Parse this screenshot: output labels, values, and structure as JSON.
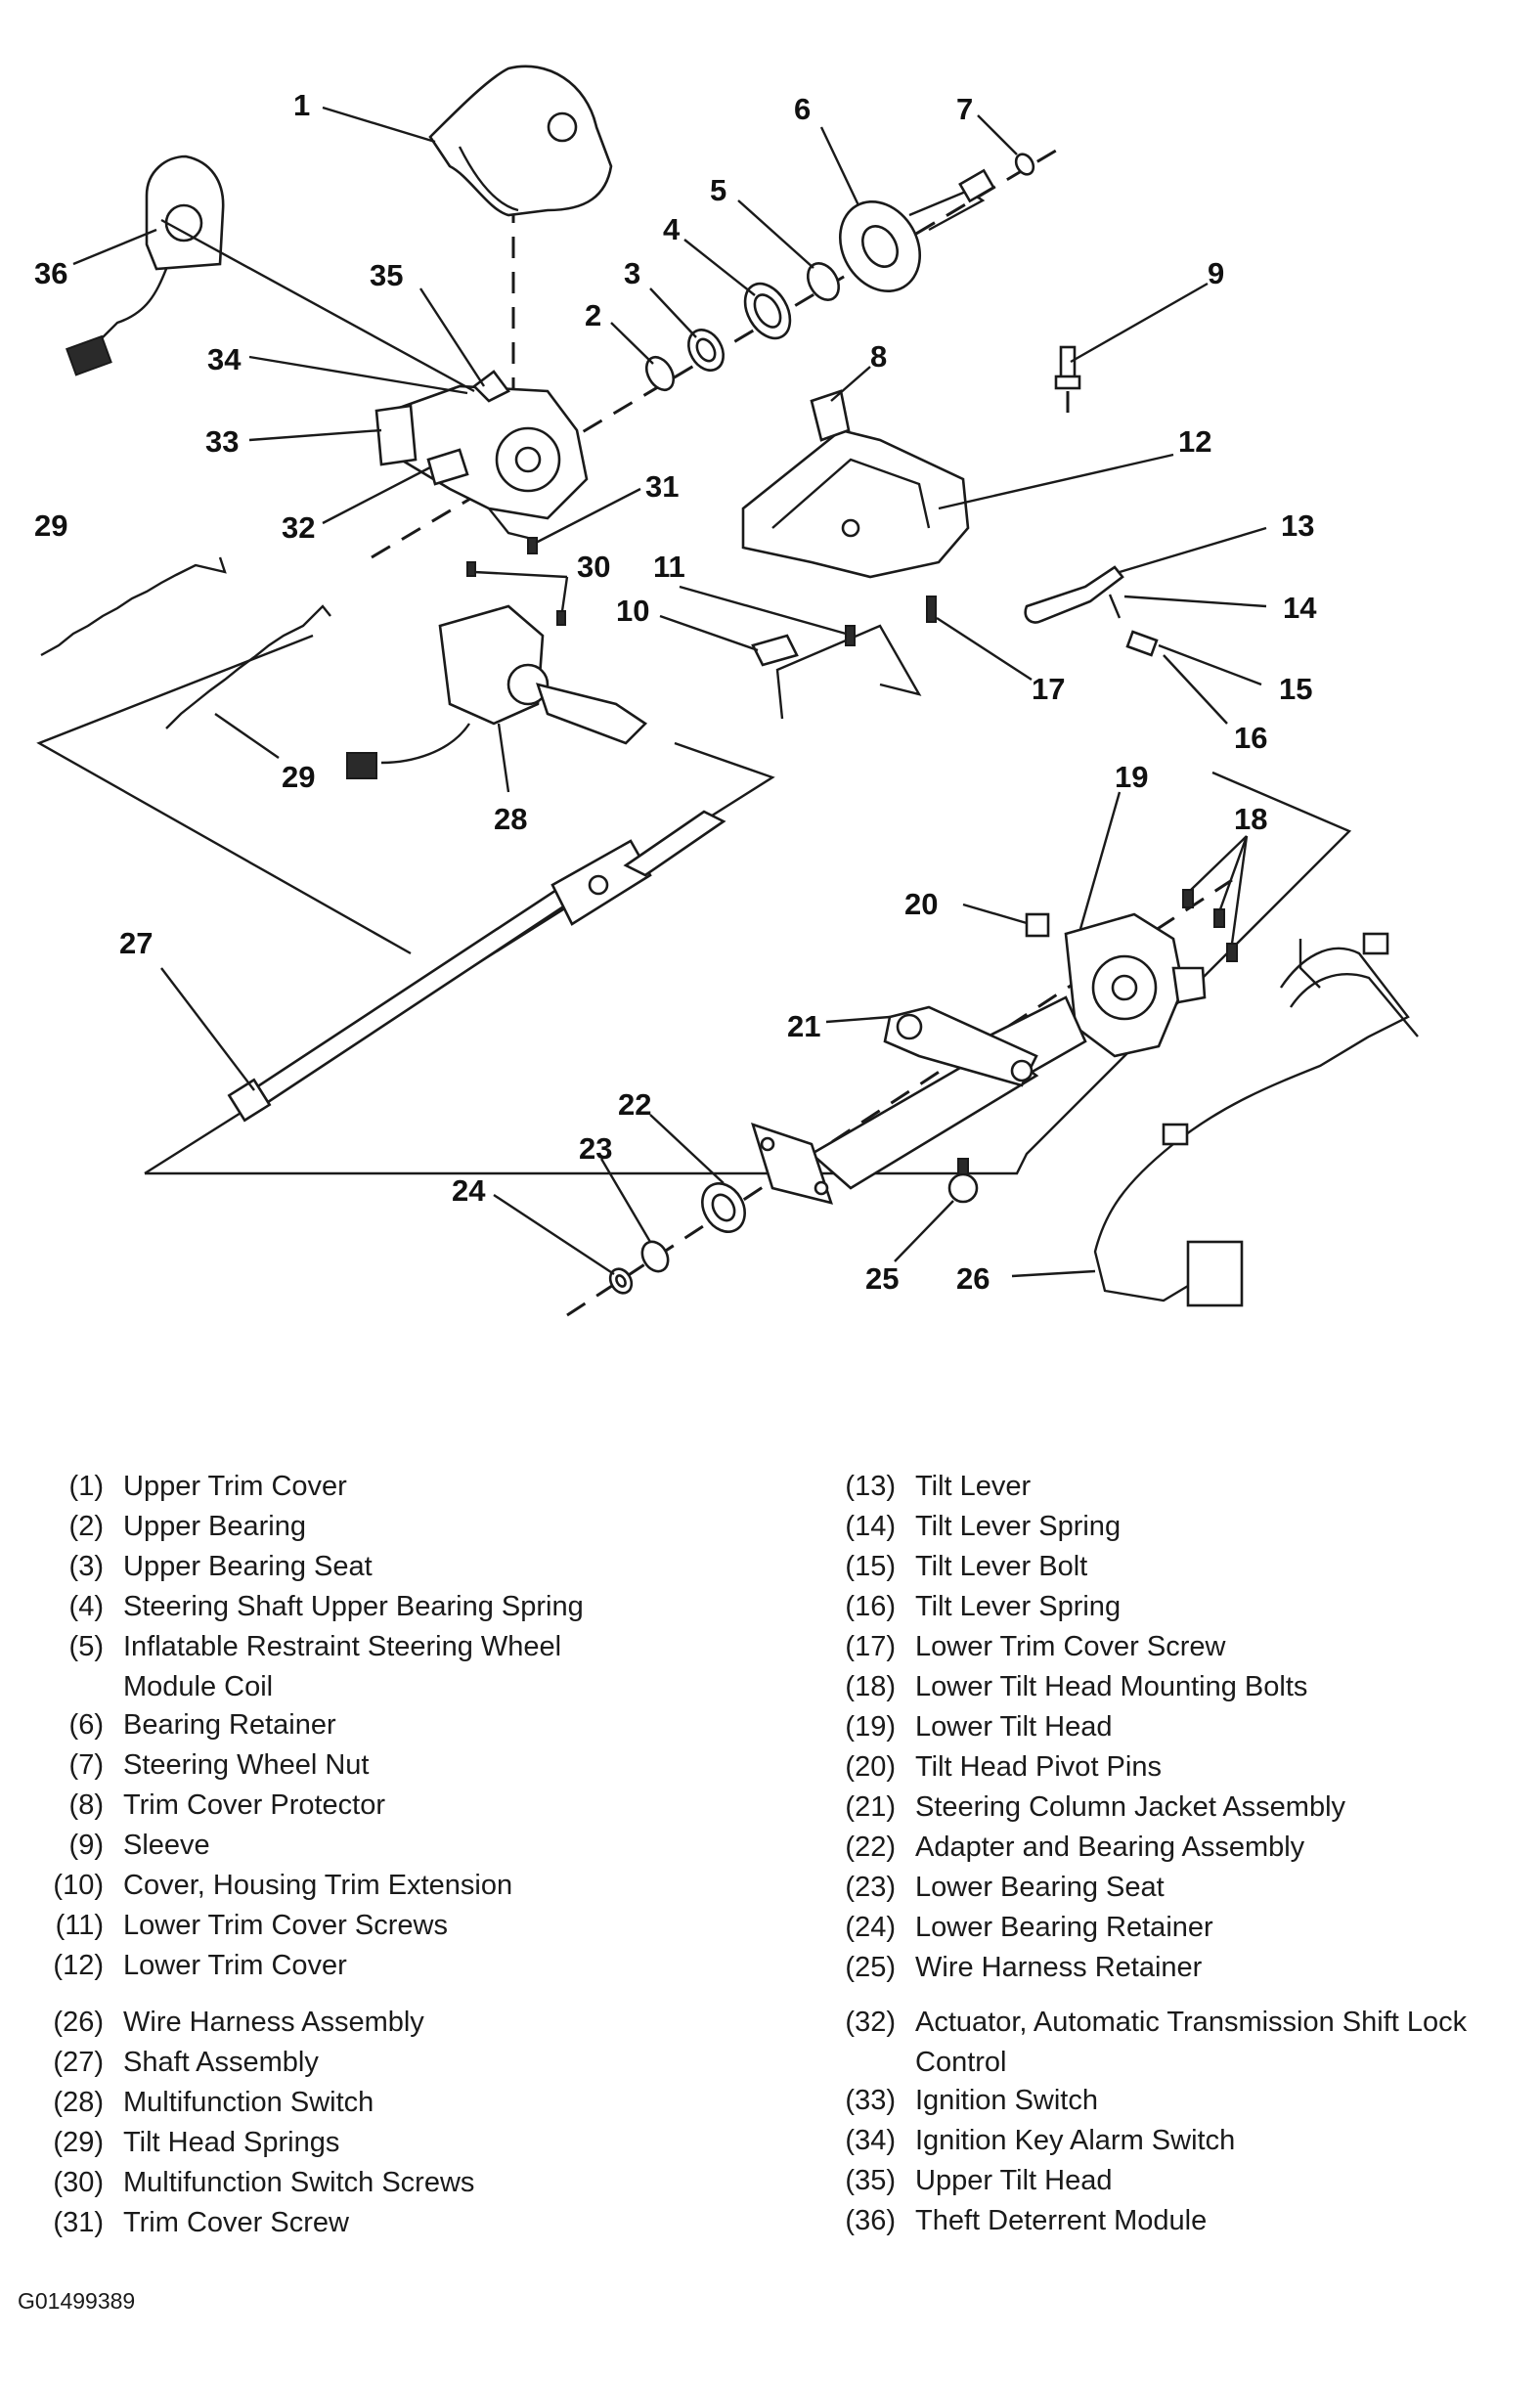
{
  "callouts": {
    "c1": "1",
    "c2": "2",
    "c3": "3",
    "c4": "4",
    "c5": "5",
    "c6": "6",
    "c7": "7",
    "c8": "8",
    "c9": "9",
    "c10": "10",
    "c11": "11",
    "c12": "12",
    "c13": "13",
    "c14": "14",
    "c15": "15",
    "c16": "16",
    "c17": "17",
    "c18": "18",
    "c19": "19",
    "c20": "20",
    "c21": "21",
    "c22": "22",
    "c23": "23",
    "c24": "24",
    "c25": "25",
    "c26": "26",
    "c27": "27",
    "c28": "28",
    "c29a": "29",
    "c29b": "29",
    "c30": "30",
    "c31": "31",
    "c32": "32",
    "c33": "33",
    "c34": "34",
    "c35": "35",
    "c36": "36"
  },
  "legend": {
    "items": [
      {
        "num": "(1)",
        "label": "Upper Trim Cover"
      },
      {
        "num": "(2)",
        "label": "Upper Bearing"
      },
      {
        "num": "(3)",
        "label": "Upper Bearing Seat"
      },
      {
        "num": "(4)",
        "label": "Steering Shaft Upper Bearing Spring"
      },
      {
        "num": "(5)",
        "label": "Inflatable Restraint Steering Wheel Module Coil"
      },
      {
        "num": "(6)",
        "label": "Bearing Retainer"
      },
      {
        "num": "(7)",
        "label": "Steering Wheel Nut"
      },
      {
        "num": "(8)",
        "label": "Trim Cover Protector"
      },
      {
        "num": "(9)",
        "label": "Sleeve"
      },
      {
        "num": "(10)",
        "label": "Cover, Housing Trim Extension"
      },
      {
        "num": "(11)",
        "label": "Lower Trim Cover Screws"
      },
      {
        "num": "(12)",
        "label": "Lower Trim Cover"
      },
      {
        "num": "(13)",
        "label": "Tilt Lever"
      },
      {
        "num": "(14)",
        "label": "Tilt Lever Spring"
      },
      {
        "num": "(15)",
        "label": "Tilt Lever Bolt"
      },
      {
        "num": "(16)",
        "label": "Tilt Lever Spring"
      },
      {
        "num": "(17)",
        "label": "Lower Trim Cover Screw"
      },
      {
        "num": "(18)",
        "label": "Lower Tilt Head Mounting Bolts"
      },
      {
        "num": "(19)",
        "label": "Lower Tilt Head"
      },
      {
        "num": "(20)",
        "label": "Tilt Head Pivot Pins"
      },
      {
        "num": "(21)",
        "label": "Steering Column Jacket Assembly"
      },
      {
        "num": "(22)",
        "label": "Adapter and Bearing Assembly"
      },
      {
        "num": "(23)",
        "label": "Lower Bearing Seat"
      },
      {
        "num": "(24)",
        "label": "Lower Bearing Retainer"
      },
      {
        "num": "(25)",
        "label": "Wire Harness Retainer"
      },
      {
        "num": "(26)",
        "label": "Wire Harness Assembly"
      },
      {
        "num": "(27)",
        "label": "Shaft Assembly"
      },
      {
        "num": "(28)",
        "label": "Multifunction Switch"
      },
      {
        "num": "(29)",
        "label": "Tilt Head Springs"
      },
      {
        "num": "(30)",
        "label": "Multifunction Switch Screws"
      },
      {
        "num": "(31)",
        "label": "Trim Cover Screw"
      },
      {
        "num": "(32)",
        "label": "Actuator, Automatic Transmission Shift Lock Control"
      },
      {
        "num": "(33)",
        "label": "Ignition Switch"
      },
      {
        "num": "(34)",
        "label": "Ignition Key Alarm Switch"
      },
      {
        "num": "(35)",
        "label": "Upper Tilt Head"
      },
      {
        "num": "(36)",
        "label": "Theft Deterrent Module"
      }
    ]
  },
  "figure_id": "G01499389"
}
